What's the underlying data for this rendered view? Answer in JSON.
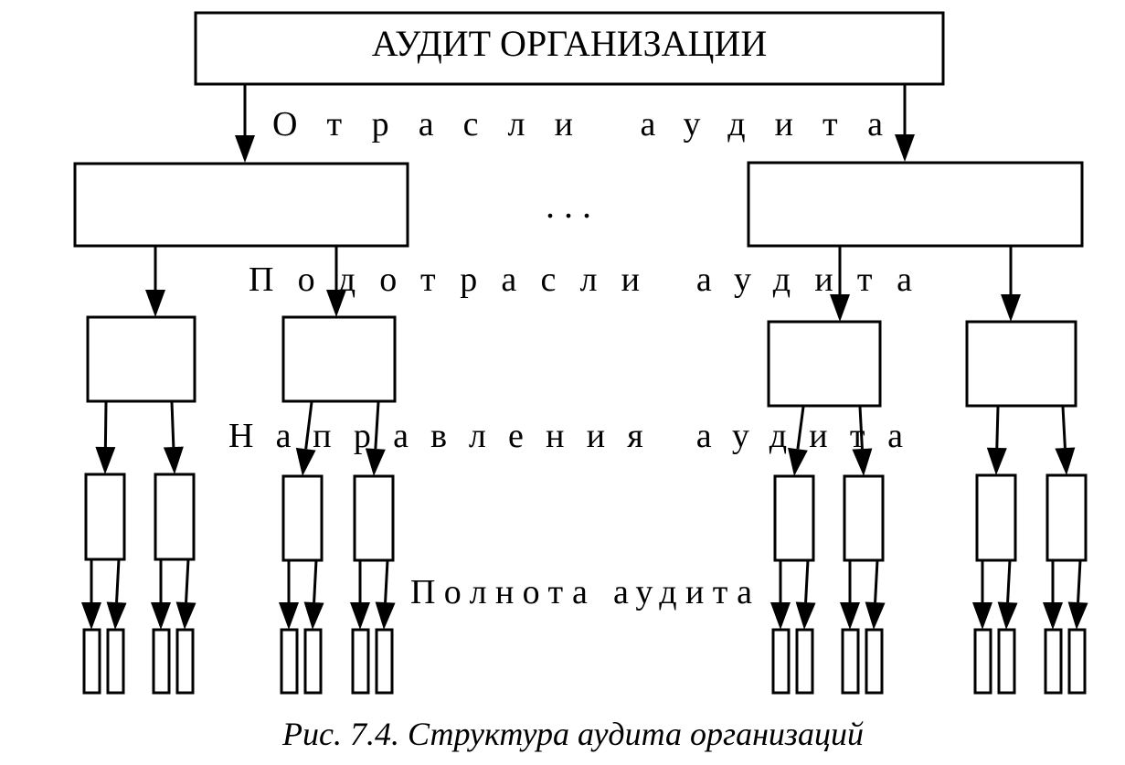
{
  "diagram": {
    "root_label": "АУДИТ ОРГАНИЗАЦИИ",
    "level1_label": "Отрасли аудита",
    "level2_label": "Подотрасли аудита",
    "level3_label": "Направления аудита",
    "level4_label": "Полнота аудита",
    "ellipsis": ". . .",
    "caption": "Рис. 7.4. Структура аудита организаций"
  }
}
